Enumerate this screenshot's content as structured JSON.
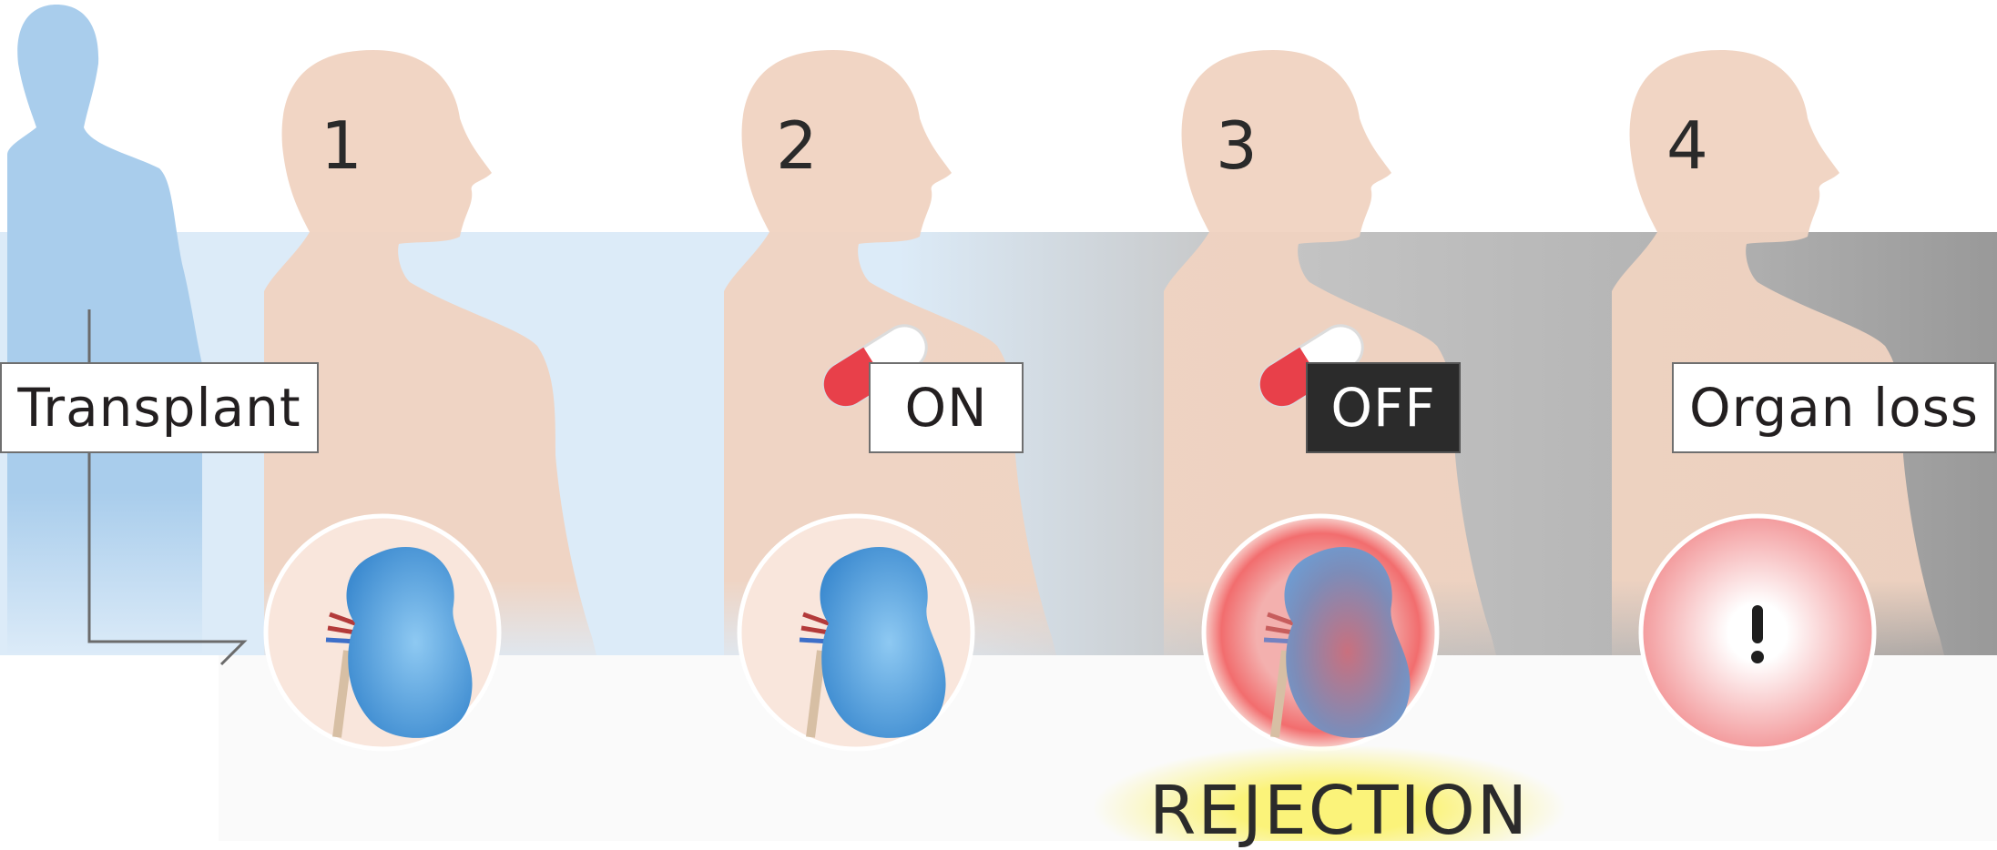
{
  "steps": [
    {
      "number": "1",
      "label": "Transplant",
      "label_style": "light"
    },
    {
      "number": "2",
      "label": "ON",
      "label_style": "light",
      "pill": true
    },
    {
      "number": "3",
      "label": "OFF",
      "label_style": "dark",
      "pill": true
    },
    {
      "number": "4",
      "label": "Organ loss",
      "label_style": "light"
    }
  ],
  "outcome": {
    "label": "REJECTION"
  },
  "colors": {
    "donor_figure": "#a9cdec",
    "patient_silhouette": "#efd1c0",
    "band_light_blue": "#dcebf8",
    "band_grey": "#c4c4c4",
    "band_dark_grey": "#9c9c9c",
    "kidney": "#4a97d6",
    "rejection_glow": "#f07a7a",
    "highlight_yellow": "#fbf37a",
    "pill_red": "#e8404a"
  },
  "icons": [
    "donor-figure-icon",
    "kidney-icon",
    "pill-icon",
    "exclamation-icon"
  ]
}
